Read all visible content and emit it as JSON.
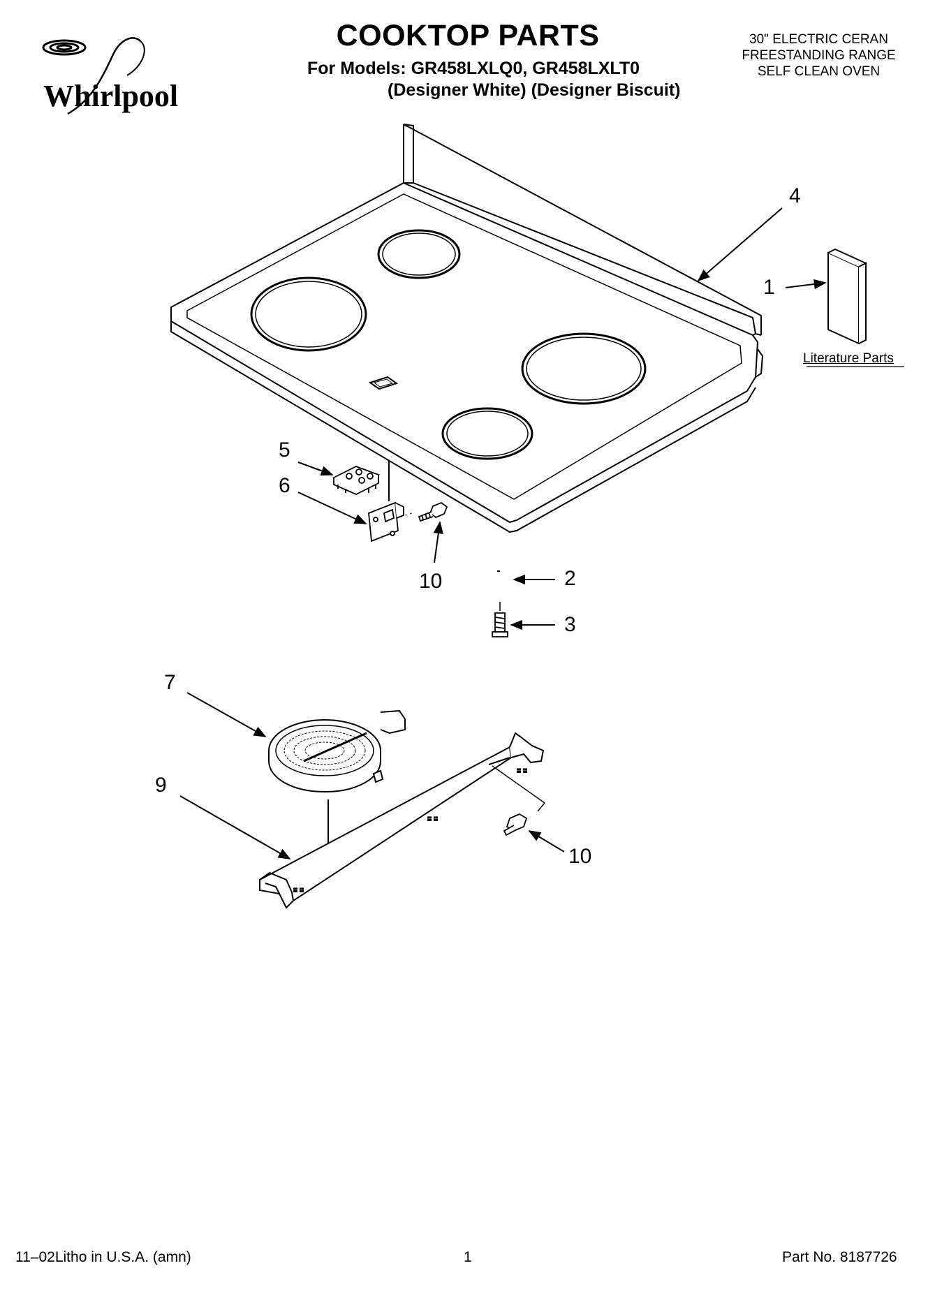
{
  "header": {
    "brand": "Whirlpool",
    "title": "COOKTOP PARTS",
    "models_line": "For Models: GR458LXLQ0, GR458LXLT0",
    "variants_line": "(Designer White) (Designer Biscuit)",
    "description": [
      "30\" ELECTRIC CERAN",
      "FREESTANDING RANGE",
      "SELF CLEAN OVEN"
    ]
  },
  "callouts": {
    "c1": "1",
    "c2": "2",
    "c3": "3",
    "c4": "4",
    "c5": "5",
    "c6": "6",
    "c7": "7",
    "c9": "9",
    "c10a": "10",
    "c10b": "10"
  },
  "literature_label": "Literature Parts",
  "footer": {
    "left": "11–02Litho in U.S.A. (amn)",
    "center": "1",
    "right": "Part No. 8187726"
  }
}
